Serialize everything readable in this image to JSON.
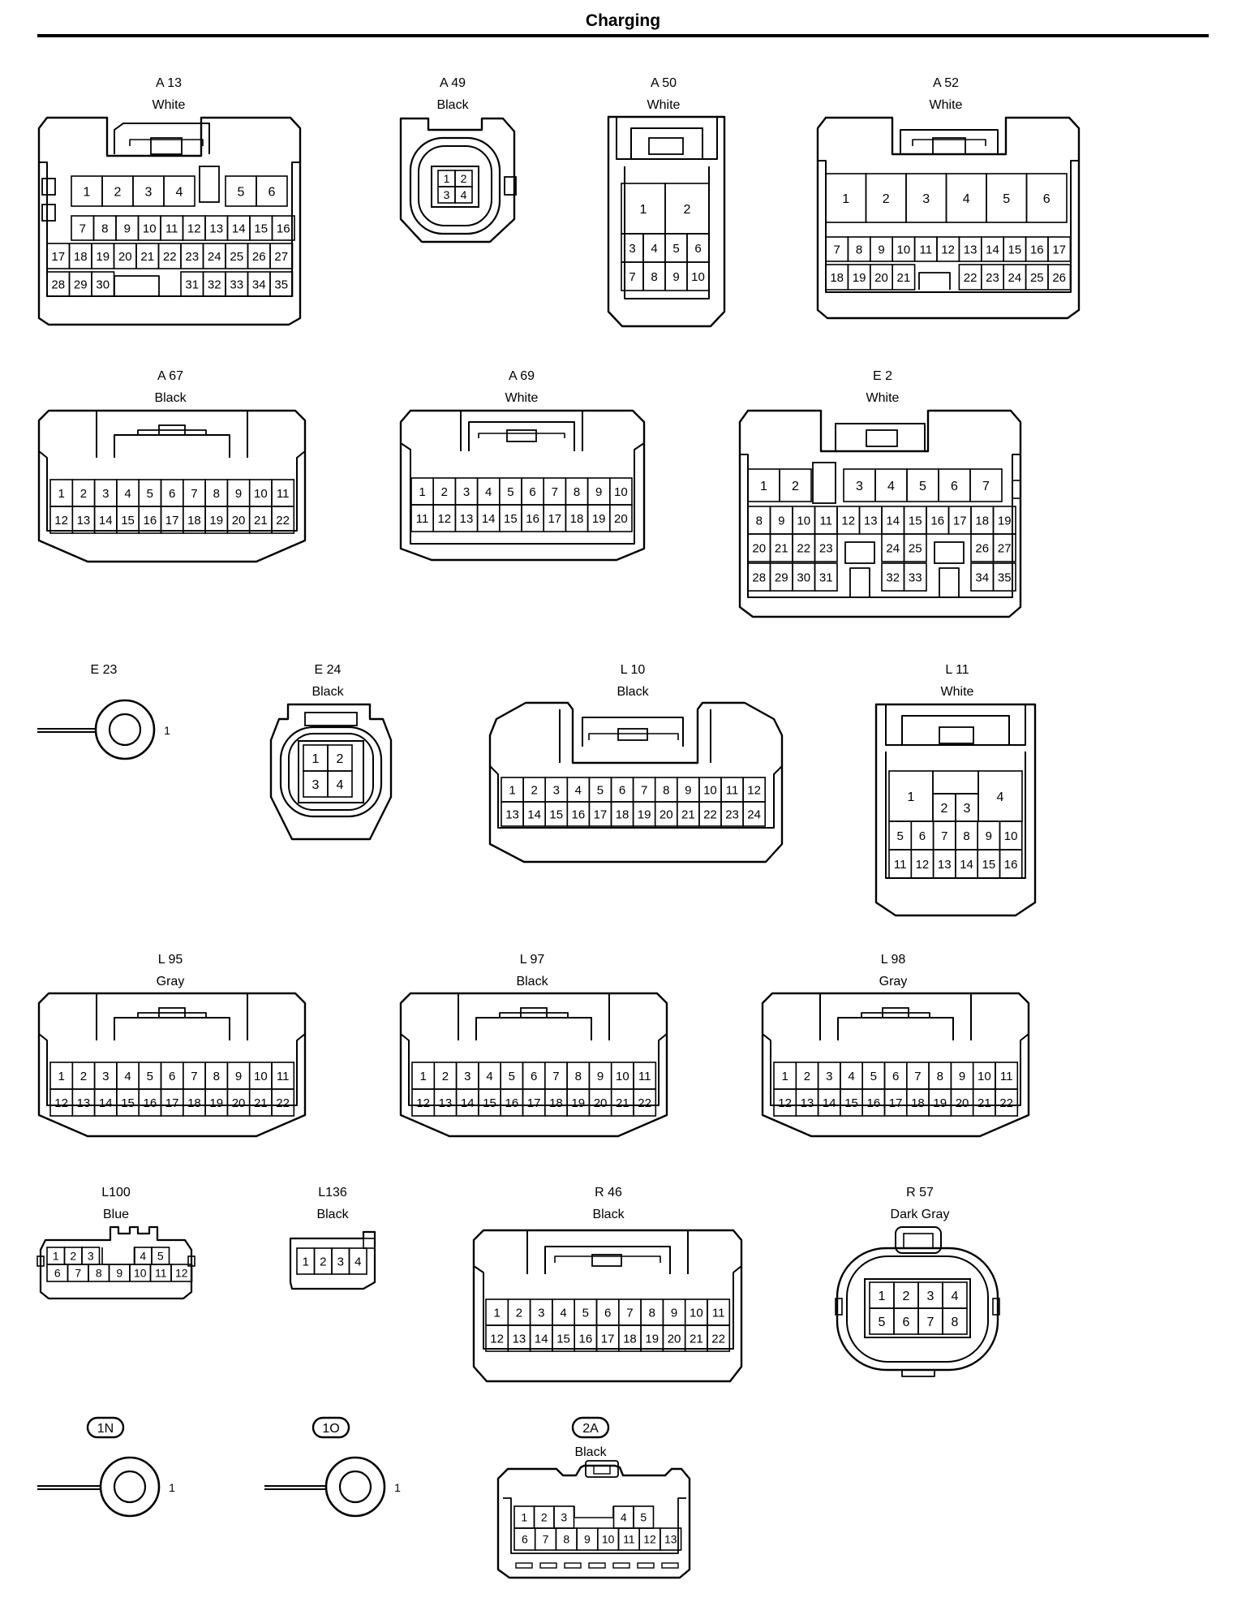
{
  "page": {
    "title": "Charging"
  },
  "connectors": [
    {
      "id": "A 13",
      "color": "White",
      "rows": [
        [
          "1",
          "2",
          "3",
          "4",
          "",
          "5",
          "6"
        ],
        [
          "7",
          "8",
          "9",
          "10",
          "11",
          "12",
          "13",
          "14",
          "15",
          "16"
        ],
        [
          "17",
          "18",
          "19",
          "20",
          "21",
          "22",
          "23",
          "24",
          "25",
          "26",
          "27"
        ],
        [
          "28",
          "29",
          "30",
          "",
          "31",
          "32",
          "33",
          "34",
          "35"
        ]
      ]
    },
    {
      "id": "A 49",
      "color": "Black",
      "rows": [
        [
          "1",
          "2"
        ],
        [
          "3",
          "4"
        ]
      ]
    },
    {
      "id": "A 50",
      "color": "White",
      "rows": [
        [
          "1",
          "2"
        ],
        [
          "3",
          "4",
          "5",
          "6"
        ],
        [
          "7",
          "8",
          "9",
          "10"
        ]
      ]
    },
    {
      "id": "A 52",
      "color": "White",
      "rows": [
        [
          "1",
          "2",
          "3",
          "4",
          "5",
          "6"
        ],
        [
          "7",
          "8",
          "9",
          "10",
          "11",
          "12",
          "13",
          "14",
          "15",
          "16",
          "17"
        ],
        [
          "18",
          "19",
          "20",
          "21",
          "",
          "22",
          "23",
          "24",
          "25",
          "26"
        ]
      ]
    },
    {
      "id": "A 67",
      "color": "Black",
      "rows": [
        [
          "1",
          "2",
          "3",
          "4",
          "5",
          "6",
          "7",
          "8",
          "9",
          "10",
          "11"
        ],
        [
          "12",
          "13",
          "14",
          "15",
          "16",
          "17",
          "18",
          "19",
          "20",
          "21",
          "22"
        ]
      ]
    },
    {
      "id": "A 69",
      "color": "White",
      "rows": [
        [
          "1",
          "2",
          "3",
          "4",
          "5",
          "6",
          "7",
          "8",
          "9",
          "10"
        ],
        [
          "11",
          "12",
          "13",
          "14",
          "15",
          "16",
          "17",
          "18",
          "19",
          "20"
        ]
      ]
    },
    {
      "id": "E 2",
      "color": "White",
      "rows": [
        [
          "1",
          "2",
          "",
          "3",
          "4",
          "5",
          "6",
          "7"
        ],
        [
          "8",
          "9",
          "10",
          "11",
          "12",
          "13",
          "14",
          "15",
          "16",
          "17",
          "18",
          "19"
        ],
        [
          "20",
          "21",
          "22",
          "23",
          "",
          "24",
          "25",
          "",
          "26",
          "27"
        ],
        [
          "28",
          "29",
          "30",
          "31",
          "",
          "32",
          "33",
          "",
          "34",
          "35"
        ]
      ]
    },
    {
      "id": "E 23",
      "color": "",
      "rows": [
        [
          "1"
        ]
      ]
    },
    {
      "id": "E 24",
      "color": "Black",
      "rows": [
        [
          "1",
          "2"
        ],
        [
          "3",
          "4"
        ]
      ]
    },
    {
      "id": "L 10",
      "color": "Black",
      "rows": [
        [
          "1",
          "2",
          "3",
          "4",
          "5",
          "6",
          "7",
          "8",
          "9",
          "10",
          "11",
          "12"
        ],
        [
          "13",
          "14",
          "15",
          "16",
          "17",
          "18",
          "19",
          "20",
          "21",
          "22",
          "23",
          "24"
        ]
      ]
    },
    {
      "id": "L 11",
      "color": "White",
      "rows": [
        [
          "1",
          "2",
          "3",
          "4"
        ],
        [
          "5",
          "6",
          "7",
          "8",
          "9",
          "10"
        ],
        [
          "11",
          "12",
          "13",
          "14",
          "15",
          "16"
        ]
      ]
    },
    {
      "id": "L 95",
      "color": "Gray",
      "rows": [
        [
          "1",
          "2",
          "3",
          "4",
          "5",
          "6",
          "7",
          "8",
          "9",
          "10",
          "11"
        ],
        [
          "12",
          "13",
          "14",
          "15",
          "16",
          "17",
          "18",
          "19",
          "20",
          "21",
          "22"
        ]
      ]
    },
    {
      "id": "L 97",
      "color": "Black",
      "rows": [
        [
          "1",
          "2",
          "3",
          "4",
          "5",
          "6",
          "7",
          "8",
          "9",
          "10",
          "11"
        ],
        [
          "12",
          "13",
          "14",
          "15",
          "16",
          "17",
          "18",
          "19",
          "20",
          "21",
          "22"
        ]
      ]
    },
    {
      "id": "L 98",
      "color": "Gray",
      "rows": [
        [
          "1",
          "2",
          "3",
          "4",
          "5",
          "6",
          "7",
          "8",
          "9",
          "10",
          "11"
        ],
        [
          "12",
          "13",
          "14",
          "15",
          "16",
          "17",
          "18",
          "19",
          "20",
          "21",
          "22"
        ]
      ]
    },
    {
      "id": "L100",
      "color": "Blue",
      "rows": [
        [
          "1",
          "2",
          "3",
          "",
          "4",
          "5"
        ],
        [
          "6",
          "7",
          "8",
          "9",
          "10",
          "11",
          "12"
        ]
      ]
    },
    {
      "id": "L136",
      "color": "Black",
      "rows": [
        [
          "1",
          "2",
          "3",
          "4"
        ]
      ]
    },
    {
      "id": "R 46",
      "color": "Black",
      "rows": [
        [
          "1",
          "2",
          "3",
          "4",
          "5",
          "6",
          "7",
          "8",
          "9",
          "10",
          "11"
        ],
        [
          "12",
          "13",
          "14",
          "15",
          "16",
          "17",
          "18",
          "19",
          "20",
          "21",
          "22"
        ]
      ]
    },
    {
      "id": "R 57",
      "color": "Dark Gray",
      "rows": [
        [
          "1",
          "2",
          "3",
          "4"
        ],
        [
          "5",
          "6",
          "7",
          "8"
        ]
      ]
    },
    {
      "id": "1N",
      "color": "",
      "rows": [
        [
          "1"
        ]
      ]
    },
    {
      "id": "1O",
      "color": "",
      "rows": [
        [
          "1"
        ]
      ]
    },
    {
      "id": "2A",
      "color": "Black",
      "rows": [
        [
          "1",
          "2",
          "3",
          "",
          "4",
          "5"
        ],
        [
          "6",
          "7",
          "8",
          "9",
          "10",
          "11",
          "12",
          "13"
        ]
      ]
    }
  ]
}
